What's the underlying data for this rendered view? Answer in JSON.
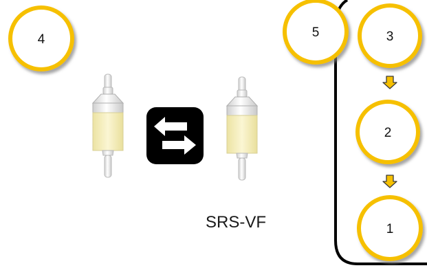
{
  "circles": {
    "c4": "4",
    "c5": "5",
    "c3": "3",
    "c2": "2",
    "c1": "1"
  },
  "label": "SRS-VF",
  "colors": {
    "circle_ring": "#F6C000",
    "arrow_fill": "#F6C000",
    "swap_badge": "#000000",
    "filter_element": "#F7F0BE"
  },
  "icons": {
    "swap": "swap-arrows-icon",
    "flow": "down-arrow-icon",
    "filter": "inline-fuel-filter-icon"
  }
}
